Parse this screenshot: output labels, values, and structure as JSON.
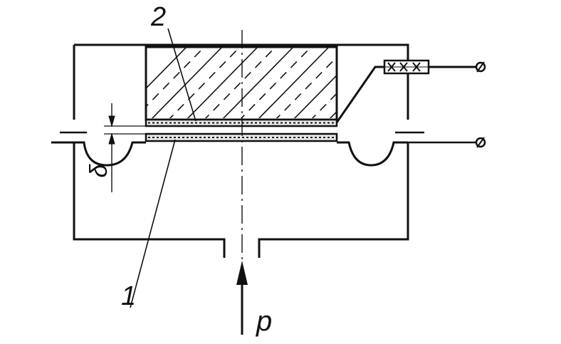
{
  "labels": {
    "part_1": "1",
    "part_2": "2",
    "gap": "δ",
    "pressure": "p"
  },
  "colors": {
    "line": "#111111",
    "background": "#ffffff",
    "electrode_fill": "#e8e8e8"
  },
  "icons": {
    "terminal": "terminal-circle-icon",
    "pressure_arrow": "arrow-up-icon",
    "lead_insulator": "insulator-icon"
  }
}
